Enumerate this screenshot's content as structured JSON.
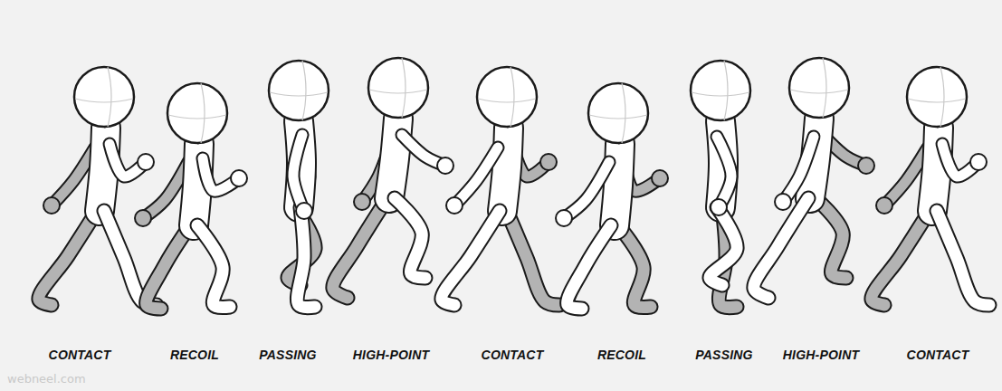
{
  "diagram": {
    "labels": [
      "CONTACT",
      "RECOIL",
      "PASSING",
      "HIGH-POINT",
      "CONTACT",
      "RECOIL",
      "PASSING",
      "HIGH-POINT",
      "CONTACT",
      "webneel.com"
    ]
  }
}
